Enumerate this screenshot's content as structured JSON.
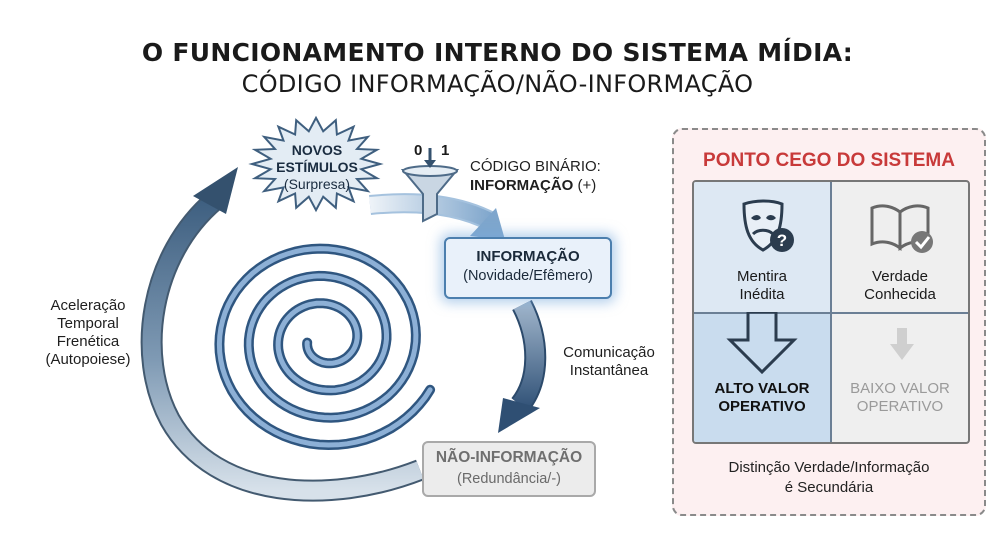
{
  "title": {
    "line1": "O FUNCIONAMENTO INTERNO DO SISTEMA MÍDIA:",
    "line2": "CÓDIGO INFORMAÇÃO/NÃO-INFORMAÇÃO"
  },
  "cycle": {
    "stimuli": {
      "heading": "NOVOS ESTÍMULOS",
      "heading_l1": "NOVOS",
      "heading_l2": "ESTÍMULOS",
      "sub": "(Surpresa)"
    },
    "binary_code": {
      "digits": [
        "0",
        "1"
      ],
      "label": "CÓDIGO BINÁRIO:",
      "value": "INFORMAÇÃO",
      "sign": "(+)"
    },
    "information": {
      "heading": "INFORMAÇÃO",
      "sub": "(Novidade/Efêmero)"
    },
    "communication": {
      "line1": "Comunicação",
      "line2": "Instantânea"
    },
    "non_information": {
      "heading": "NÃO-INFORMAÇÃO",
      "sub": "(Redundância/-)"
    },
    "acceleration": {
      "line1": "Aceleração",
      "line2": "Temporal",
      "line3": "Frenética",
      "line4": "(Autopoiese)"
    }
  },
  "blind_spot": {
    "title": "PONTO CEGO DO SISTEMA",
    "cells": {
      "novel_lie": {
        "line1": "Mentira",
        "line2": "Inédita",
        "icon": "theater-mask-question-icon"
      },
      "known_truth": {
        "line1": "Verdade",
        "line2": "Conhecida",
        "icon": "book-check-icon"
      },
      "high_value": {
        "line1": "ALTO VALOR",
        "line2": "OPERATIVO"
      },
      "low_value": {
        "line1": "BAIXO VALOR",
        "line2": "OPERATIVO"
      }
    },
    "footer": {
      "line1": "Distinção Verdade/Informação",
      "line2": "é Secundária"
    }
  },
  "colors": {
    "arrow_dark": "#3f5f7f",
    "arrow_light": "#b9c9d8",
    "spiral": "#5d87b5",
    "panel_title": "#c83a3a",
    "panel_bg": "#fdf0f1"
  }
}
